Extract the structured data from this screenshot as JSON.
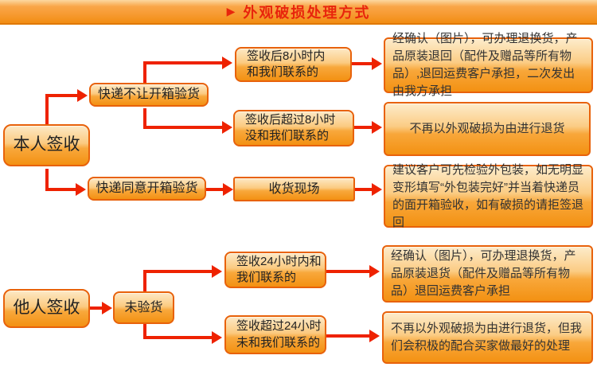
{
  "header": {
    "marker": "▶",
    "title": "外观破损处理方式",
    "text_color": "#e8250c",
    "bar_color_top": "#fcd8a0",
    "bar_color_bottom": "#f28d12"
  },
  "colors": {
    "connector": "#ee2200",
    "box_border": "#e8620b",
    "box_fill_top": "#fde9c6",
    "box_fill_bottom": "#f39112",
    "node_text": "#222222",
    "outcome_text": "#333333"
  },
  "nodes": {
    "self_sign": "本人签收",
    "other_sign": "他人签收",
    "courier_no_open": "快递不让开箱验货",
    "courier_agree_open": "快递同意开箱验货",
    "within_8h": "签收后8小时内\n和我们联系的",
    "over_8h": "签收后超过8小时\n没和我们联系的",
    "receiving_scene": "收货现场",
    "not_inspected": "未验货",
    "within_24h": "签收24小时内和\n我们联系的",
    "over_24h": "签收超过24小时\n未和我们联系的"
  },
  "outcomes": {
    "exchange_full": "经确认（图片），可办理退换货，产品原装退回（配件及赠品等所有物品）,退回运费客户承担，二次发出由我方承担",
    "no_return": "不再以外观破损为由进行退货",
    "inspect_advice": "建议客户可先检验外包装，如无明显变形填写“外包装完好”并当着快递员的面开箱验收，如有破损的请拒签退回",
    "exchange_no_reship": "经确认（图片），可办理退换货，产品原装退货（配件及赠品等所有物品）退回运费客户承担",
    "no_return_but_help": "不再以外观破损为由进行退货，但我们会积极的配合买家做最好的处理"
  }
}
